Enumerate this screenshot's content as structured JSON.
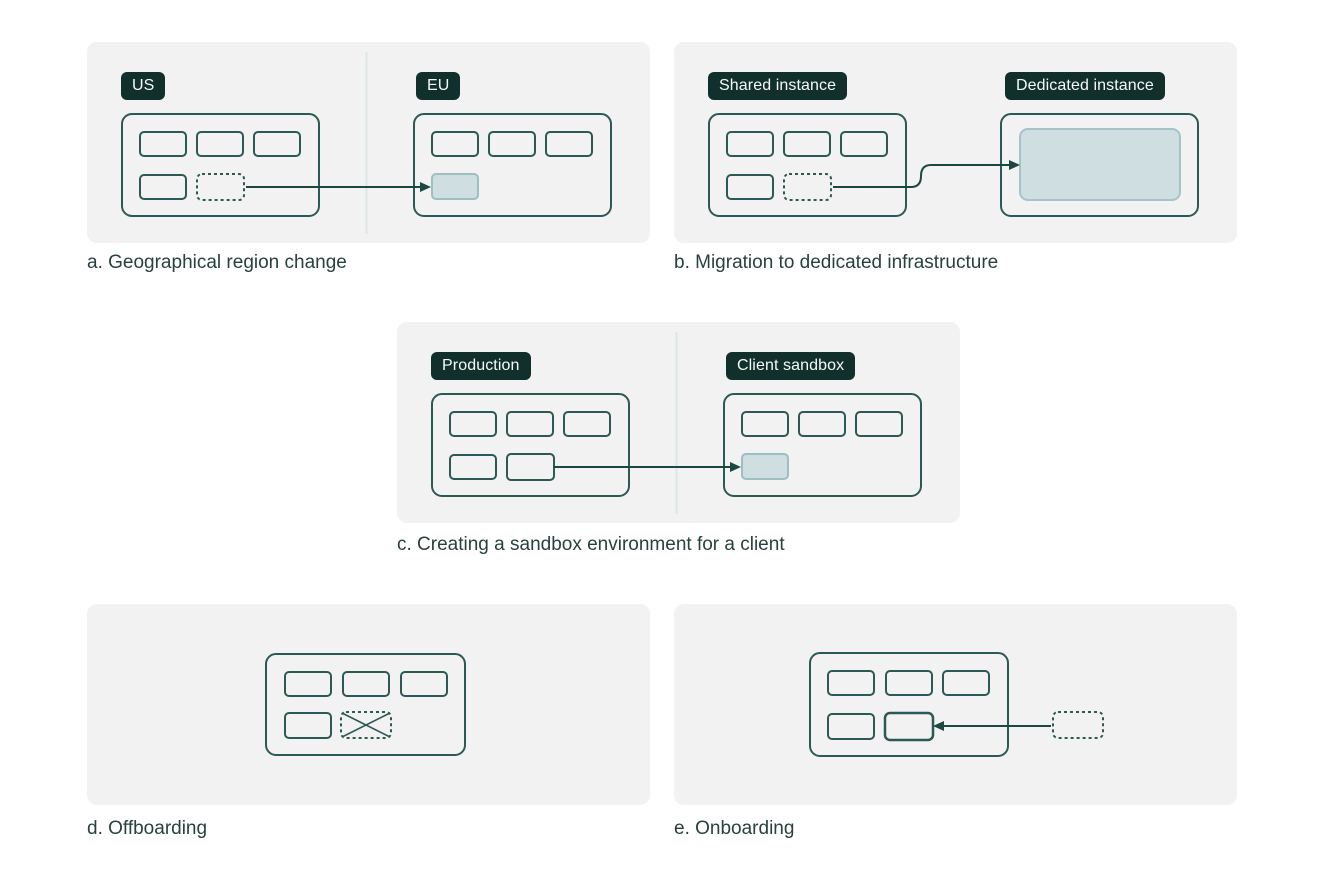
{
  "colors": {
    "page_background": "#ffffff",
    "panel_background": "#f2f2f2",
    "box_stroke": "#2b5954",
    "badge_background": "#11302c",
    "badge_text": "#f7f9f9",
    "filled_tenant_fill": "#cedee1",
    "filled_tenant_stroke": "#9dbec2",
    "arrow": "#1c4843",
    "divider": "#dde6e6",
    "caption_text": "#27413e"
  },
  "panels": {
    "a": {
      "caption": "a. Geographical region change",
      "left_badge": "US",
      "right_badge": "EU"
    },
    "b": {
      "caption": "b. Migration to dedicated infrastructure",
      "left_badge": "Shared instance",
      "right_badge": "Dedicated instance"
    },
    "c": {
      "caption": "c. Creating a sandbox environment for a client",
      "left_badge": "Production",
      "right_badge": "Client sandbox"
    },
    "d": {
      "caption": "d. Offboarding"
    },
    "e": {
      "caption": "e. Onboarding"
    }
  }
}
